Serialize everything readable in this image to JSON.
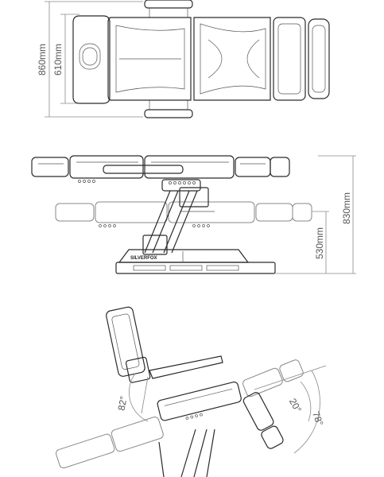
{
  "top_view": {
    "dimensions": {
      "outer_width": "860mm",
      "inner_width": "610mm"
    }
  },
  "side_view": {
    "dimensions": {
      "min_height": "530mm",
      "max_height": "830mm"
    },
    "brand": "SILVERFOX"
  },
  "angle_view": {
    "angles": {
      "backrest": "82°",
      "legrest_small": "20°",
      "legrest_large": "78°"
    }
  },
  "colors": {
    "line": "#2b2b2b",
    "dimension": "#8a8a8a",
    "text": "#555555"
  }
}
